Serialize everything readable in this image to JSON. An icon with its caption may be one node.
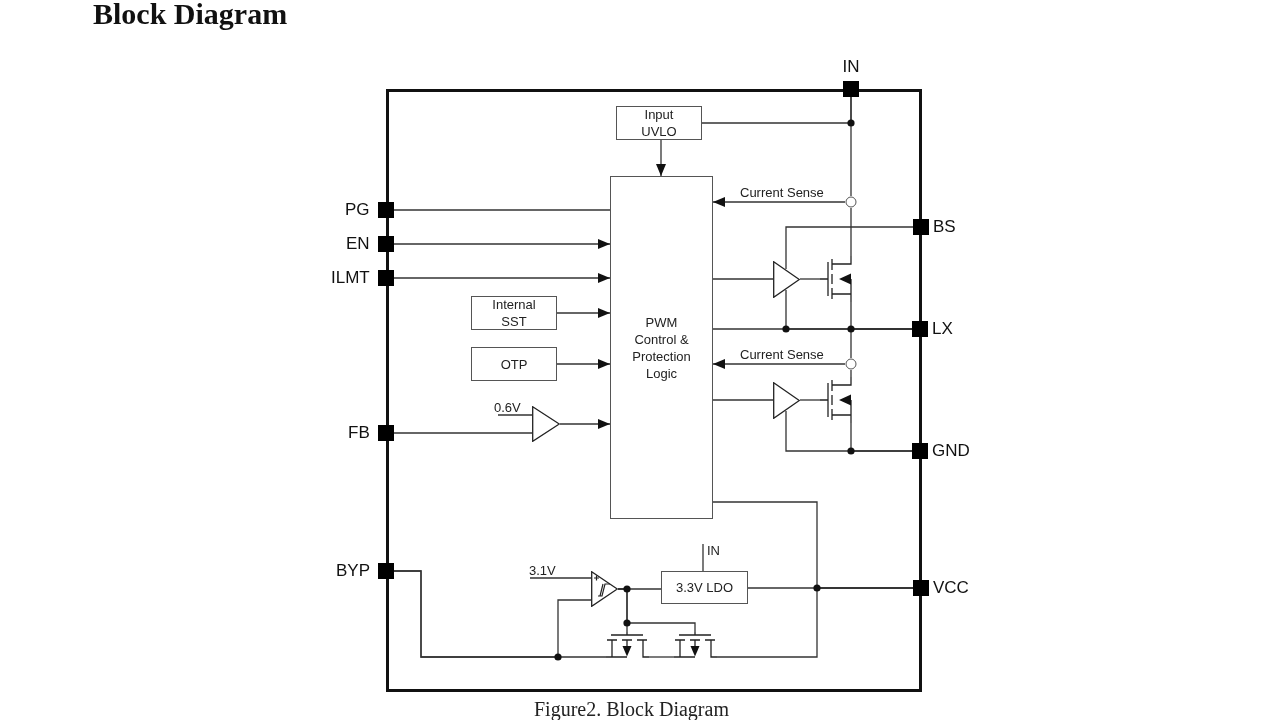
{
  "diagram": {
    "title": "Block Diagram",
    "caption": "Figure2. Block Diagram",
    "nodes": [
      {
        "text": [],
        "shape": "box"
      },
      {
        "text": [
          "IN"
        ]
      },
      {
        "text": [
          "Input UVLO"
        ],
        "in": 0
      },
      {
        "text": [
          "PWM Control & Protection Logic"
        ],
        "in": 0
      },
      {
        "text": [
          "PG"
        ]
      },
      {
        "text": [
          "EN"
        ]
      },
      {
        "text": [
          "ILMT"
        ]
      },
      {
        "text": [
          "Internal SST"
        ],
        "in": 0
      },
      {
        "text": [
          "OTP"
        ],
        "in": 0
      },
      {
        "text": [
          "0.6V"
        ],
        "in": 0
      },
      {
        "text": [],
        "shape": "triangle",
        "in": 0
      },
      {
        "text": [
          "FB"
        ]
      },
      {
        "text": [],
        "shape": "circle",
        "in": 0
      },
      {
        "text": [
          "BS"
        ]
      },
      {
        "text": [],
        "shape": "triangle",
        "in": 0
      },
      {
        "text": [],
        "shape": "transistor",
        "in": 0
      },
      {
        "text": [
          "LX"
        ]
      },
      {
        "text": [],
        "shape": "circle",
        "in": 0
      },
      {
        "text": [],
        "shape": "triangle",
        "in": 0
      },
      {
        "text": [],
        "shape": "transistor",
        "in": 0
      },
      {
        "text": [
          "GND"
        ]
      },
      {
        "text": [
          "IN"
        ],
        "in": 0
      },
      {
        "text": [
          "3.1V"
        ],
        "in": 0
      },
      {
        "text": [],
        "shape": "triangle",
        "in": 0
      },
      {
        "text": [
          "3.3V LDO"
        ],
        "in": 0
      },
      {
        "text": [
          "BYP"
        ]
      },
      {
        "text": [
          "VCC"
        ]
      },
      {
        "text": [],
        "shape": "transistor",
        "in": 0
      },
      {
        "text": [],
        "shape": "transistor",
        "in": 0
      }
    ],
    "edges": [
      {
        "from": 1,
        "to": 2,
        "arrow": "none"
      },
      {
        "from": 1,
        "to": 12,
        "arrow": "none"
      },
      {
        "from": 12,
        "to": 15,
        "arrow": "none"
      },
      {
        "from": 12,
        "to": 3,
        "arrow": "to",
        "label": "Current Sense"
      },
      {
        "from": 2,
        "to": 3,
        "arrow": "to"
      },
      {
        "from": 4,
        "to": 3,
        "arrow": "none"
      },
      {
        "from": 5,
        "to": 3,
        "arrow": "to"
      },
      {
        "from": 6,
        "to": 3,
        "arrow": "to"
      },
      {
        "from": 7,
        "to": 3,
        "arrow": "to"
      },
      {
        "from": 8,
        "to": 3,
        "arrow": "to"
      },
      {
        "from": 9,
        "to": 10,
        "arrow": "none"
      },
      {
        "from": 11,
        "to": 10,
        "arrow": "none"
      },
      {
        "from": 10,
        "to": 3,
        "arrow": "to"
      },
      {
        "from": 13,
        "to": 14,
        "arrow": "none"
      },
      {
        "from": 3,
        "to": 14,
        "arrow": "none"
      },
      {
        "from": 14,
        "to": 15,
        "arrow": "none"
      },
      {
        "from": 14,
        "to": 16,
        "arrow": "none"
      },
      {
        "from": 15,
        "to": 16,
        "arrow": "none"
      },
      {
        "from": 3,
        "to": 16,
        "arrow": "none"
      },
      {
        "from": 16,
        "to": 17,
        "arrow": "none"
      },
      {
        "from": 17,
        "to": 3,
        "arrow": "to",
        "label": "Current Sense"
      },
      {
        "from": 17,
        "to": 19,
        "arrow": "none"
      },
      {
        "from": 3,
        "to": 18,
        "arrow": "none"
      },
      {
        "from": 18,
        "to": 19,
        "arrow": "none"
      },
      {
        "from": 18,
        "to": 20,
        "arrow": "none"
      },
      {
        "from": 19,
        "to": 20,
        "arrow": "none"
      },
      {
        "from": 21,
        "to": 24,
        "arrow": "none"
      },
      {
        "from": 22,
        "to": 23,
        "arrow": "none"
      },
      {
        "from": 23,
        "to": 24,
        "arrow": "none"
      },
      {
        "from": 23,
        "to": 27,
        "arrow": "none"
      },
      {
        "from": 23,
        "to": 28,
        "arrow": "none"
      },
      {
        "from": 25,
        "to": 23,
        "arrow": "none"
      },
      {
        "from": 25,
        "to": 27,
        "arrow": "none"
      },
      {
        "from": 27,
        "to": 28,
        "arrow": "none"
      },
      {
        "from": 28,
        "to": 26,
        "arrow": "none"
      },
      {
        "from": 24,
        "to": 26,
        "arrow": "none"
      },
      {
        "from": 3,
        "to": 26,
        "arrow": "none"
      }
    ]
  }
}
